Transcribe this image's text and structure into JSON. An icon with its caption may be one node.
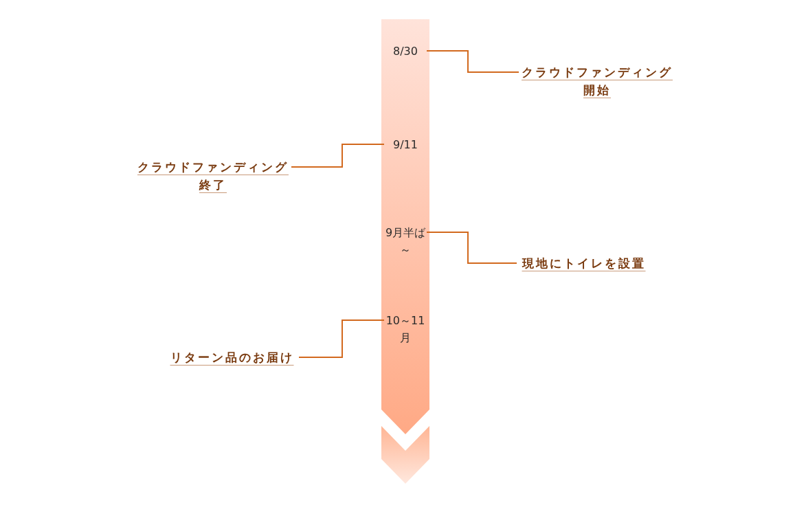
{
  "diagram": {
    "nodes": [
      {
        "text": [],
        "shape": "arrow"
      },
      {
        "text": [
          "8/30"
        ],
        "in": 0
      },
      {
        "text": [
          "クラウドファンディング開始"
        ]
      },
      {
        "text": [
          "9/11"
        ],
        "in": 0
      },
      {
        "text": [
          "クラウドファンディング終了"
        ]
      },
      {
        "text": [
          "9月半ば～"
        ],
        "in": 0
      },
      {
        "text": [
          "現地にトイレを設置"
        ]
      },
      {
        "text": [
          "10～11月"
        ],
        "in": 0
      },
      {
        "text": [
          "リターン品のお届け"
        ]
      }
    ],
    "edges": [
      {
        "from": 1,
        "to": 2,
        "arrow": "none"
      },
      {
        "from": 3,
        "to": 4,
        "arrow": "none"
      },
      {
        "from": 5,
        "to": 6,
        "arrow": "none"
      },
      {
        "from": 7,
        "to": 8,
        "arrow": "none"
      }
    ]
  }
}
